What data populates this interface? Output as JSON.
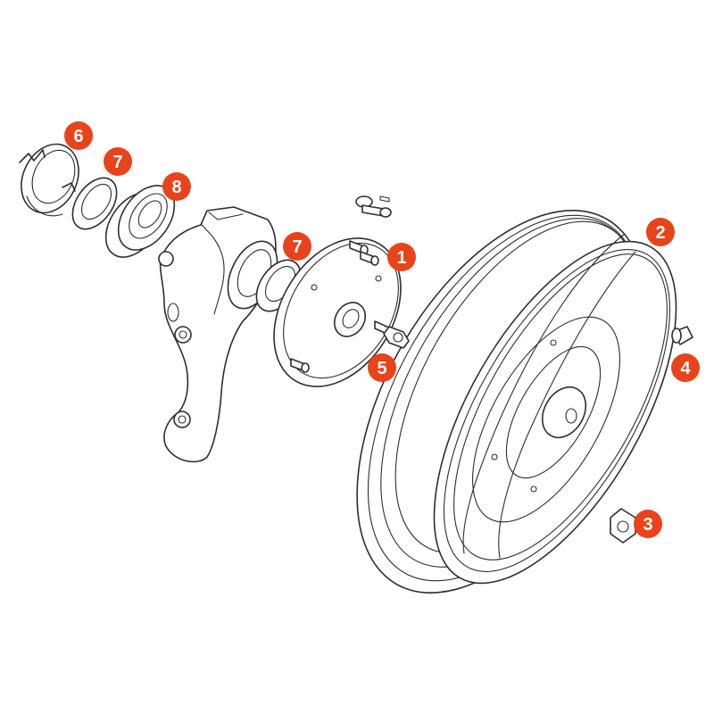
{
  "diagram": {
    "accent_color": "#e8431a",
    "line_color": "#2e2e2e",
    "callouts": [
      {
        "id": "c1",
        "label": "1"
      },
      {
        "id": "c2",
        "label": "2"
      },
      {
        "id": "c3",
        "label": "3"
      },
      {
        "id": "c4",
        "label": "4"
      },
      {
        "id": "c5",
        "label": "5"
      },
      {
        "id": "c6",
        "label": "6"
      },
      {
        "id": "c7a",
        "label": "7"
      },
      {
        "id": "c7b",
        "label": "7"
      },
      {
        "id": "c8",
        "label": "8"
      }
    ]
  }
}
